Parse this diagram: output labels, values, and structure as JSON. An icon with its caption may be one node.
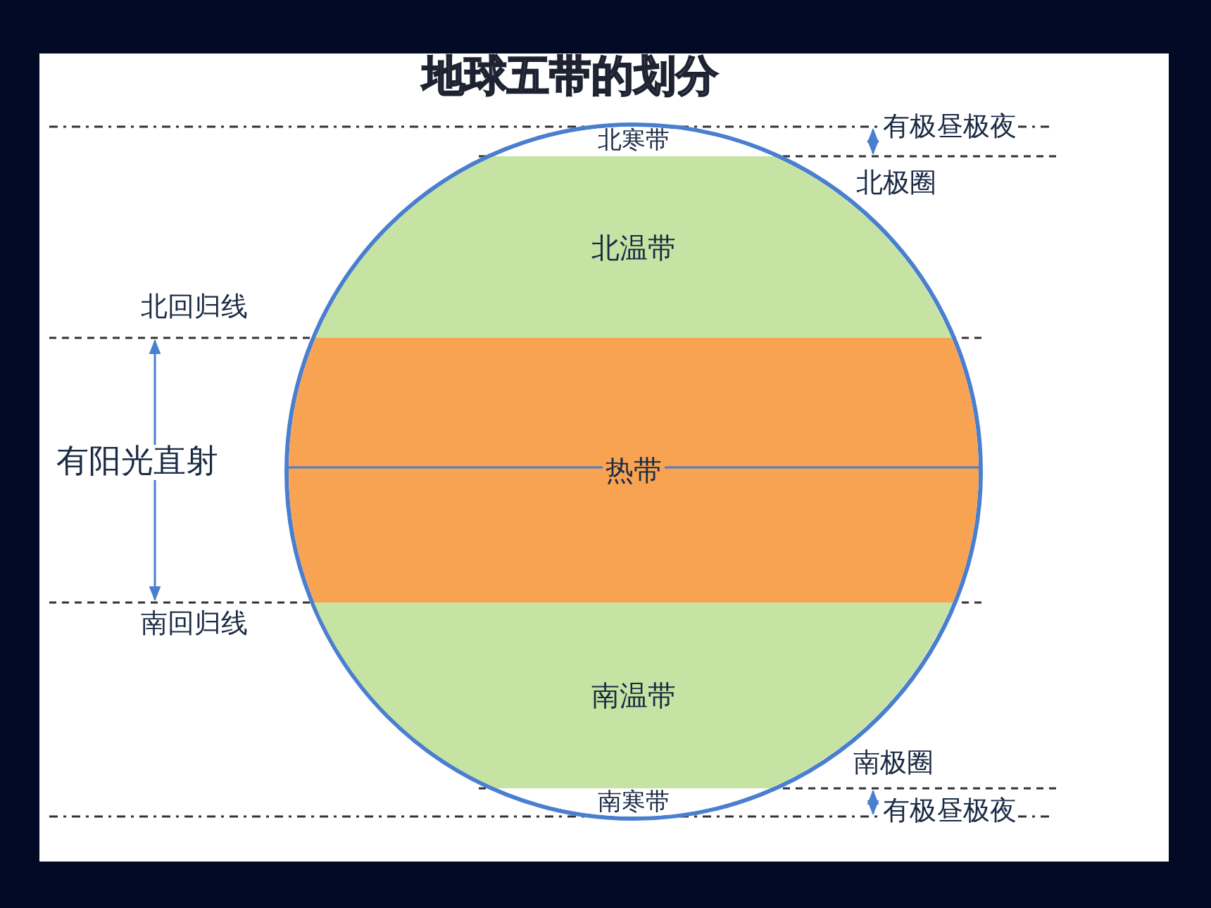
{
  "diagram": {
    "title": "地球五带的划分",
    "nodes": [
      {
        "text": [],
        "shape": "circle"
      },
      {
        "text": [
          "北寒带"
        ],
        "in": 0
      },
      {
        "text": [
          "北温带"
        ],
        "in": 0
      },
      {
        "text": [
          "热带"
        ],
        "in": 0
      },
      {
        "text": [
          "南温带"
        ],
        "in": 0
      },
      {
        "text": [
          "南寒带"
        ],
        "in": 0
      }
    ],
    "labels": [
      "有极昼极夜",
      "北极圈",
      "北回归线",
      "有阳光直射",
      "南回归线",
      "南极圈",
      "有极昼极夜"
    ]
  }
}
